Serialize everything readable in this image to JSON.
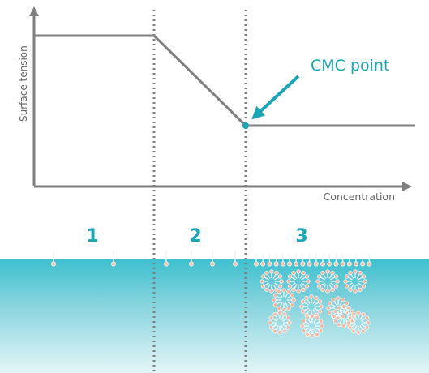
{
  "axes": {
    "ylabel": "Surface tension",
    "xlabel": "Concentration"
  },
  "annotation": {
    "label": "CMC point"
  },
  "regions": [
    {
      "number": "1"
    },
    {
      "number": "2"
    },
    {
      "number": "3"
    }
  ],
  "curve": {
    "type": "piecewise-linear",
    "segments": [
      "constant high",
      "linear decrease",
      "constant low"
    ]
  },
  "colors": {
    "axis": "#7f7f7f",
    "curve": "#7f7f7f",
    "accent": "#1aa6b7",
    "water_top": "#3fc0cf",
    "water_bottom": "#d9f1f4",
    "divider": "#808080",
    "molecule_head": "#f3b8a2",
    "molecule_tail": "#ffffff"
  }
}
